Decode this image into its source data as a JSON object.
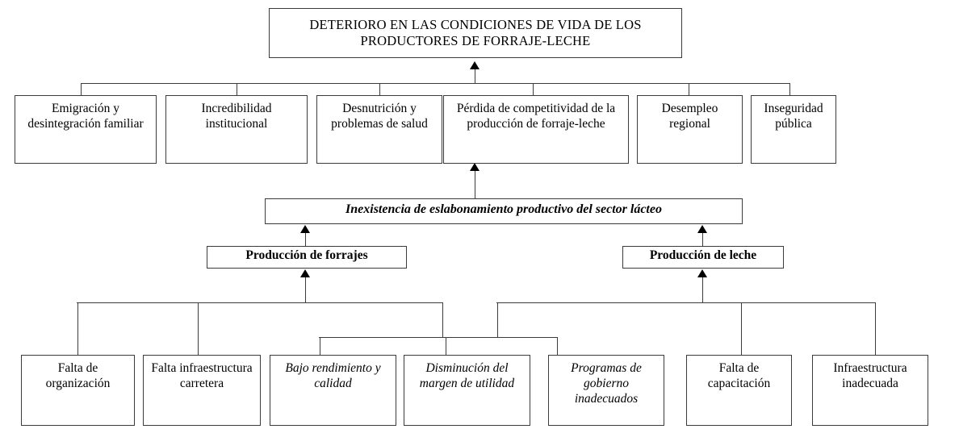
{
  "diagram": {
    "title_box": {
      "label": "DETERIORO EN LAS CONDICIONES DE VIDA DE LOS PRODUCTORES DE FORRAJE-LECHE"
    },
    "effects_row": [
      {
        "label": "Emigración y desintegración familiar"
      },
      {
        "label": "Incredibilidad institucional"
      },
      {
        "label": "Desnutrición y problemas de salud"
      },
      {
        "label": "Pérdida de competitividad de la producción de forraje-leche"
      },
      {
        "label": "Desempleo regional"
      },
      {
        "label": "Inseguridad pública"
      }
    ],
    "core_problem": {
      "label": "Inexistencia de eslabonamiento productivo del sector lácteo"
    },
    "branches": [
      {
        "label": "Producción de forrajes"
      },
      {
        "label": "Producción de leche"
      }
    ],
    "causes_row": [
      {
        "label": "Falta de organización"
      },
      {
        "label": "Falta infraestructura carretera"
      },
      {
        "label": "Bajo rendimiento y calidad"
      },
      {
        "label": "Disminución del margen de utilidad"
      },
      {
        "label": "Programas de gobierno inadecuados"
      },
      {
        "label": "Falta  de capacitación"
      },
      {
        "label": "Infraestructura inadecuada"
      }
    ],
    "colors": {
      "stroke": "#3b3b3b",
      "arrow": "#000000",
      "background": "#ffffff",
      "text": "#000000"
    }
  }
}
